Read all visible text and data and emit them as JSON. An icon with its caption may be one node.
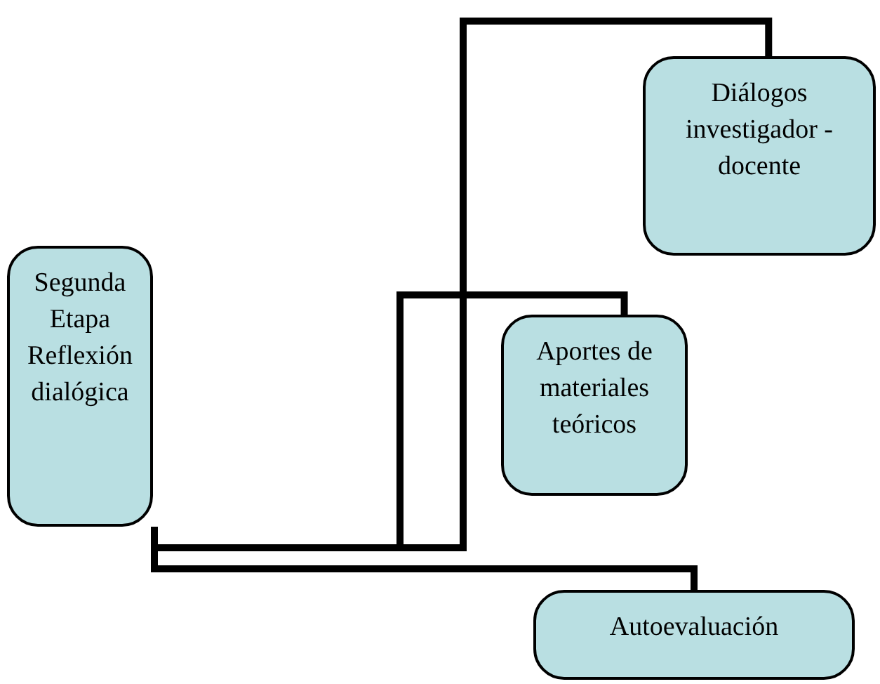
{
  "diagram": {
    "nodes": [
      {
        "text": [
          "Segunda Etapa Reflexión dialógica"
        ]
      },
      {
        "text": [
          "Diálogos investigador - docente"
        ]
      },
      {
        "text": [
          "Aportes de materiales teóricos"
        ]
      },
      {
        "text": [
          "Autoevaluación"
        ]
      }
    ],
    "edges": [
      {
        "from": 0,
        "to": 1,
        "arrow": "none"
      },
      {
        "from": 0,
        "to": 2,
        "arrow": "none"
      },
      {
        "from": 0,
        "to": 3,
        "arrow": "none"
      }
    ]
  }
}
